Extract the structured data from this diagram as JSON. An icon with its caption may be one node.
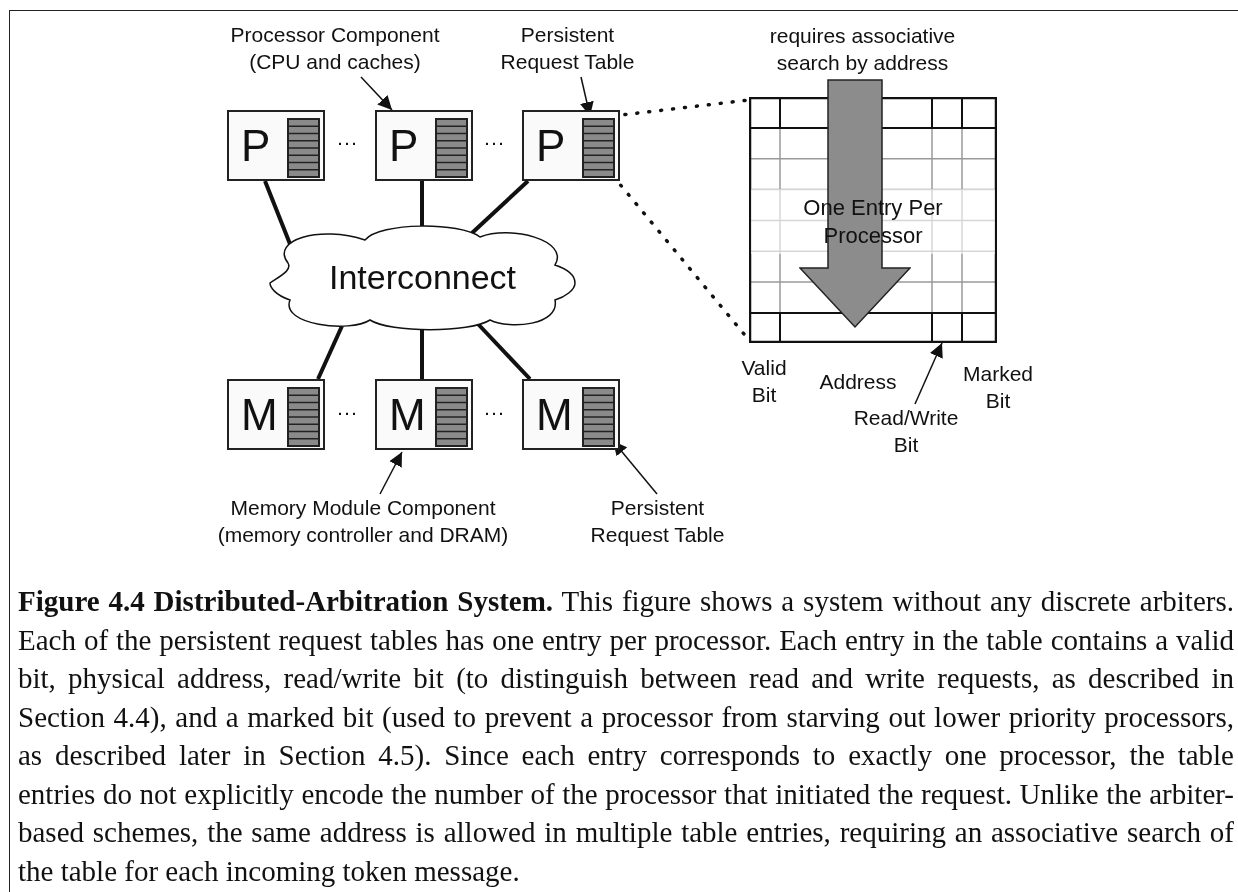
{
  "diagram": {
    "caption": "**Figure 4.4 Distributed-Arbitration System.** This figure shows a system without any discrete arbiters. Each of the persistent request tables has one entry per processor. Each entry in the table contains a valid bit, physical address, read/write bit (to distinguish between read and write requests, as described in Section 4.4), and a marked bit (used to prevent a processor from starving out lower priority processors, as described later in Section 4.5). Since each entry corresponds to exactly one processor, the table entries do not explicitly encode the number of the processor that initiated the request. Unlike the arbiter-based schemes, the same address is allowed in multiple table entries, requiring an associative search of the table for each incoming token message.",
    "nodes": [
      {
        "text": [
          "P"
        ]
      },
      {
        "text": [
          "P"
        ]
      },
      {
        "text": [
          "P"
        ]
      },
      {
        "text": [],
        "shape": "bar",
        "in": 2
      },
      {
        "text": [
          "Interconnect"
        ]
      },
      {
        "text": [
          "M"
        ]
      },
      {
        "text": [
          "M"
        ]
      },
      {
        "text": [
          "M"
        ]
      },
      {
        "text": [],
        "shape": "bar",
        "in": 7
      },
      {
        "text": [
          "Processor Component (CPU and caches)"
        ]
      },
      {
        "text": [
          "Persistent Request Table"
        ]
      },
      {
        "text": [
          "Memory Module Component (memory controller and DRAM)"
        ]
      },
      {
        "text": [
          "Persistent Request Table"
        ]
      },
      {
        "text": [
          "One Entry Per Processor"
        ]
      },
      {
        "text": [
          "Read/Write Bit"
        ]
      }
    ],
    "edges": [
      {
        "from": 0,
        "to": 4,
        "arrow": "none"
      },
      {
        "from": 1,
        "to": 4,
        "arrow": "none"
      },
      {
        "from": 2,
        "to": 4,
        "arrow": "none"
      },
      {
        "from": 4,
        "to": 5,
        "arrow": "none"
      },
      {
        "from": 4,
        "to": 6,
        "arrow": "none"
      },
      {
        "from": 4,
        "to": 7,
        "arrow": "none"
      },
      {
        "from": 9,
        "to": 1,
        "arrow": "to"
      },
      {
        "from": 10,
        "to": 3,
        "arrow": "to"
      },
      {
        "from": 11,
        "to": 6,
        "arrow": "to"
      },
      {
        "from": 12,
        "to": 8,
        "arrow": "to"
      },
      {
        "from": 3,
        "to": 13,
        "arrow": "none",
        "style": "dashed"
      },
      {
        "from": 3,
        "to": 13,
        "arrow": "none",
        "style": "dashed"
      },
      {
        "from": 14,
        "to": 13,
        "arrow": "to"
      }
    ],
    "labels": [
      "requires associative search by address",
      "···",
      "···",
      "···",
      "···",
      "Valid Bit",
      "Address",
      "Marked Bit"
    ]
  }
}
